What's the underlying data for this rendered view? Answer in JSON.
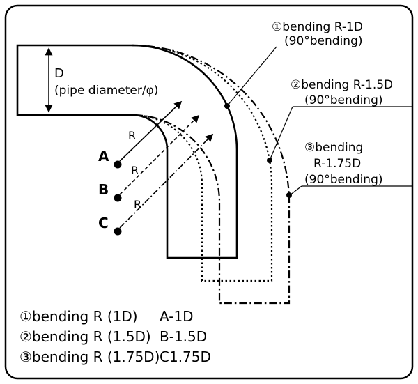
{
  "colors": {
    "ink": "#000000",
    "background": "#ffffff"
  },
  "dimension": {
    "d": "D",
    "caption": "(pipe diameter/φ)"
  },
  "markers": {
    "a": {
      "letter": "A",
      "r": "R"
    },
    "b": {
      "letter": "B",
      "r": "R"
    },
    "c": {
      "letter": "C",
      "r": "R"
    }
  },
  "callouts": {
    "one": {
      "line1": "①bending R-1D",
      "line2": "(90°bending)"
    },
    "two": {
      "line1": "②bending R-1.5D",
      "line2": "(90°bending)"
    },
    "three": {
      "line1": "③bending",
      "line2": "R-1.75D",
      "line3": "(90°bending)"
    }
  },
  "legend": {
    "rows": [
      {
        "label": "①bending R (1D)",
        "value": "A-1D"
      },
      {
        "label": "②bending R (1.5D)",
        "value": "B-1.5D"
      },
      {
        "label": "③bending R (1.75D)",
        "value": "C1.75D"
      }
    ]
  }
}
